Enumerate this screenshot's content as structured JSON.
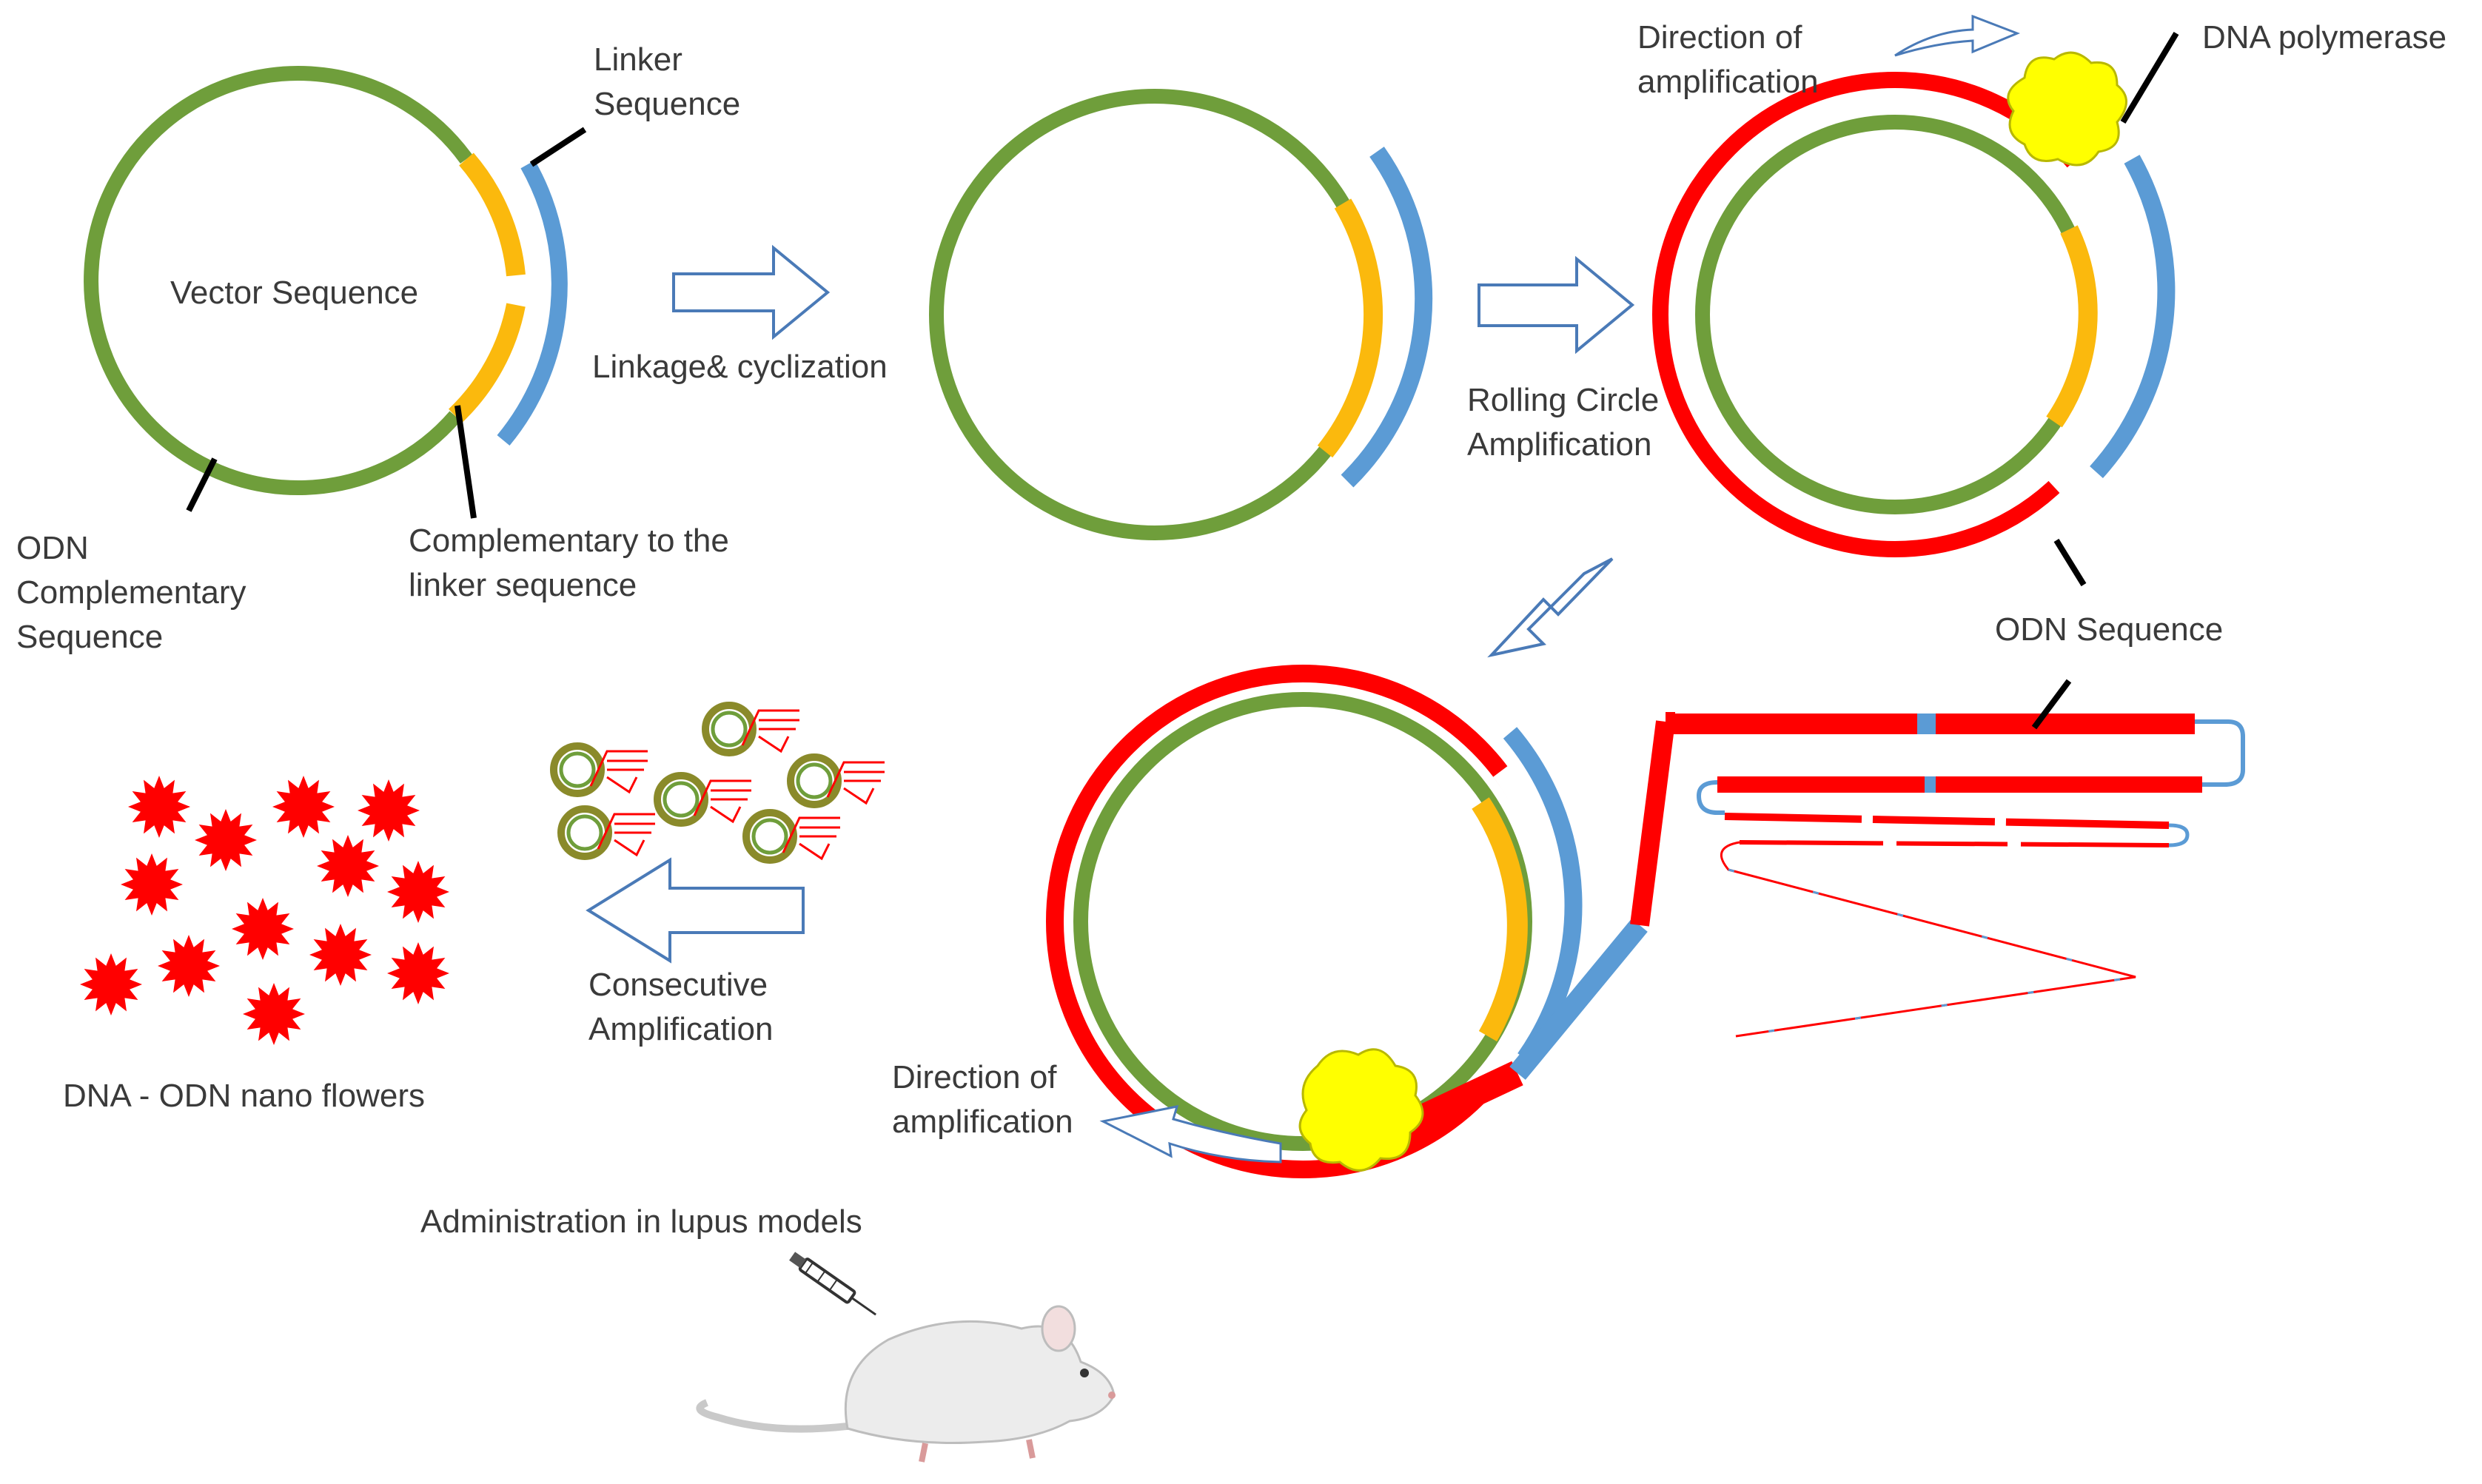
{
  "colors": {
    "vector": "#6f9e3b",
    "linker_complement": "#fbb90d",
    "linker": "#5b9bd5",
    "odn": "#ff0000",
    "polymerase": "#ffff00",
    "arrow_outline": "#4a7ab7",
    "leader": "#000000"
  },
  "labels": {
    "linker_sequence": [
      "Linker",
      "Sequence"
    ],
    "vector_sequence": "Vector Sequence",
    "odn_complementary": [
      "ODN",
      "Complementary",
      "Sequence"
    ],
    "complementary_linker": [
      "Complementary to the",
      "linker sequence"
    ],
    "linkage_cyclization": "Linkage& cyclization",
    "rolling_circle": [
      "Rolling Circle",
      "Amplification"
    ],
    "direction_top": [
      "Direction of",
      "amplification"
    ],
    "dna_polymerase": "DNA polymerase",
    "odn_sequence": "ODN Sequence",
    "direction_bottom": [
      "Direction of",
      "amplification"
    ],
    "consecutive": [
      "Consecutive",
      "Amplification"
    ],
    "nano_flowers": "DNA - ODN nano flowers",
    "administration": "Administration in lupus models"
  },
  "icons": {
    "polymerase": "blob-icon",
    "flower": "star-burst-icon",
    "mouse": "mouse-icon",
    "syringe": "syringe-icon",
    "nano_product": "circle-with-strand-icon"
  }
}
